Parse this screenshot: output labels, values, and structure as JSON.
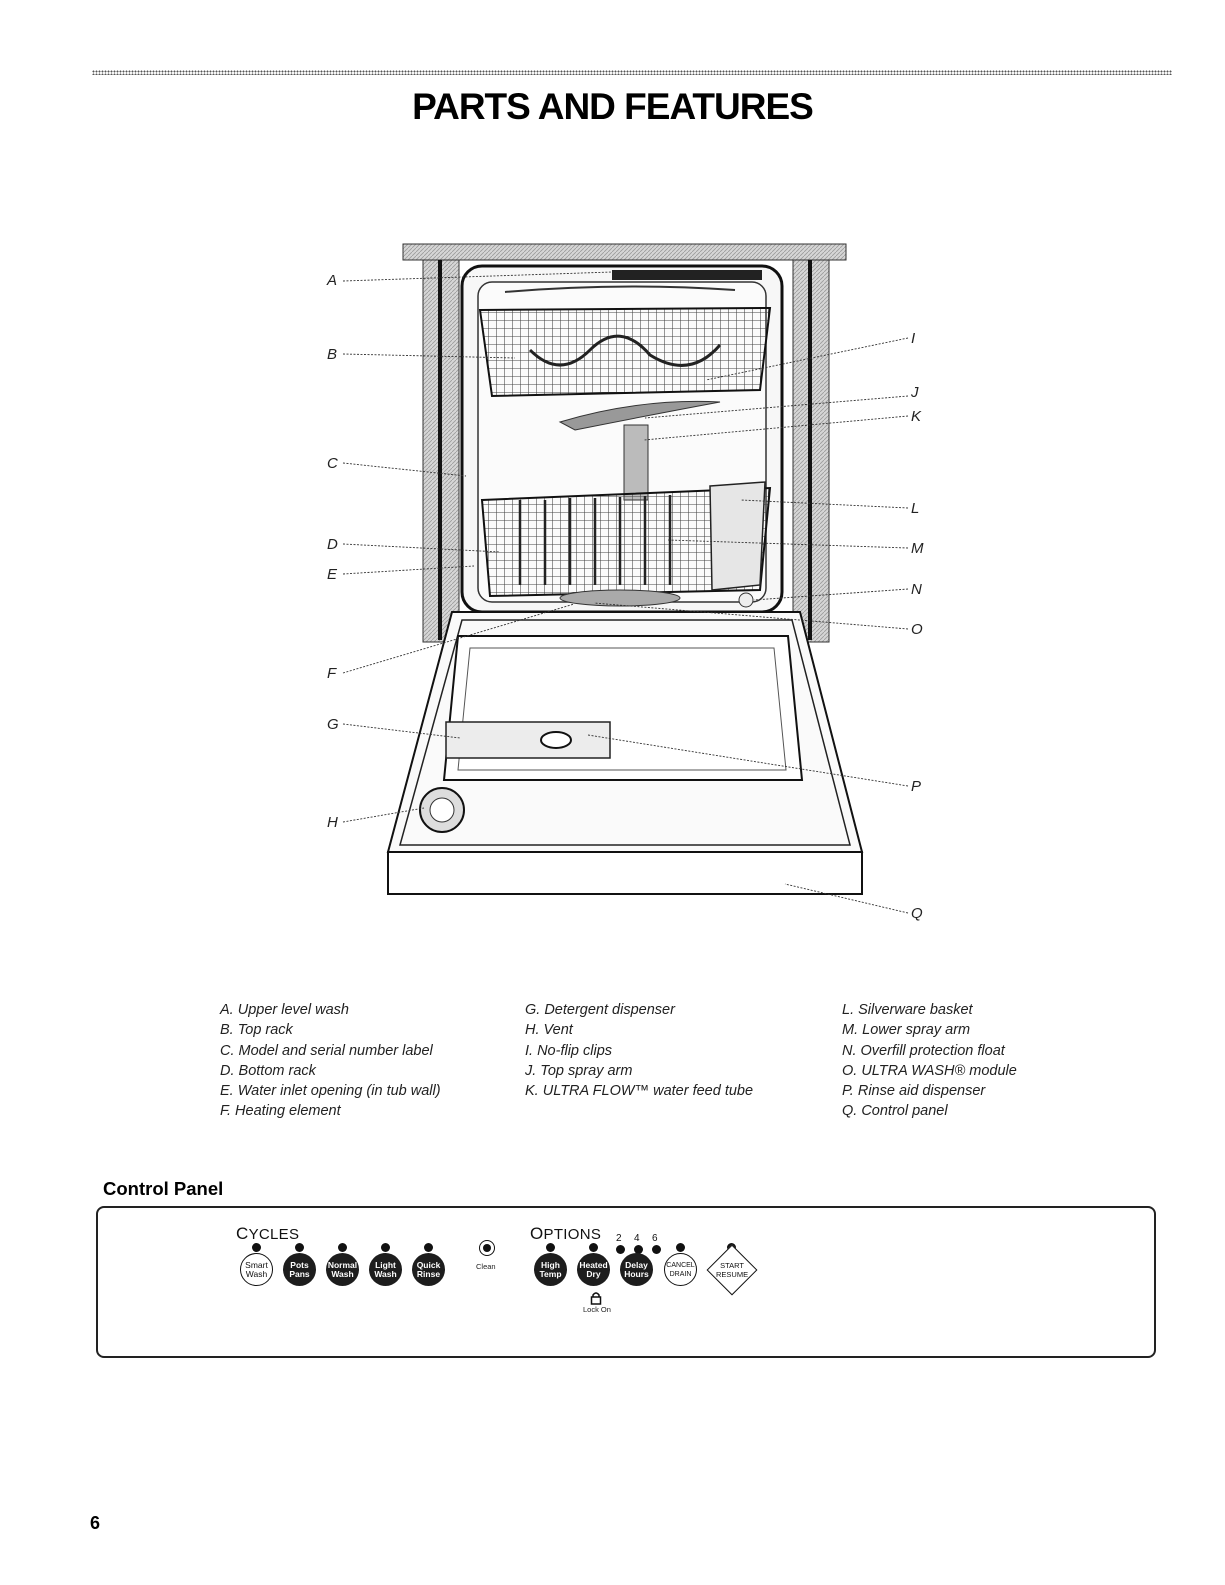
{
  "page": {
    "title": "PARTS AND FEATURES",
    "page_number": "6"
  },
  "callouts": {
    "left": [
      "A",
      "B",
      "C",
      "D",
      "E",
      "F",
      "G",
      "H"
    ],
    "right": [
      "I",
      "J",
      "K",
      "L",
      "M",
      "N",
      "O",
      "P",
      "Q"
    ]
  },
  "legend": {
    "col1": [
      "A. Upper level wash",
      "B. Top rack",
      "C. Model and serial number label",
      "D. Bottom rack",
      "E. Water inlet opening (in tub wall)",
      "F. Heating element"
    ],
    "col2": [
      "G. Detergent dispenser",
      "H. Vent",
      "I. No-flip clips",
      "J. Top spray arm",
      "K. ULTRA FLOW™ water feed tube"
    ],
    "col3": [
      "L. Silverware basket",
      "M. Lower spray arm",
      "N. Overfill protection float",
      "O. ULTRA WASH® module",
      "P. Rinse aid dispenser",
      "Q. Control panel"
    ]
  },
  "control_panel": {
    "heading": "Control Panel",
    "cycles_label_first": "C",
    "cycles_label_rest": "YCLES",
    "options_label_first": "O",
    "options_label_rest": "PTIONS",
    "cycle_buttons": [
      {
        "line1": "Smart",
        "line2": "Wash"
      },
      {
        "line1": "Pots",
        "line2": "Pans"
      },
      {
        "line1": "Normal",
        "line2": "Wash"
      },
      {
        "line1": "Light",
        "line2": "Wash"
      },
      {
        "line1": "Quick",
        "line2": "Rinse"
      }
    ],
    "clean_label": "Clean",
    "option_buttons": [
      {
        "line1": "High",
        "line2": "Temp"
      },
      {
        "line1": "Heated",
        "line2": "Dry"
      },
      {
        "line1": "Delay",
        "line2": "Hours"
      }
    ],
    "delay_hours": [
      "2",
      "4",
      "6"
    ],
    "cancel_line1": "CANCEL",
    "cancel_line2": "DRAIN",
    "start_line1": "START",
    "start_line2": "RESUME",
    "lock_label": "Lock On"
  }
}
